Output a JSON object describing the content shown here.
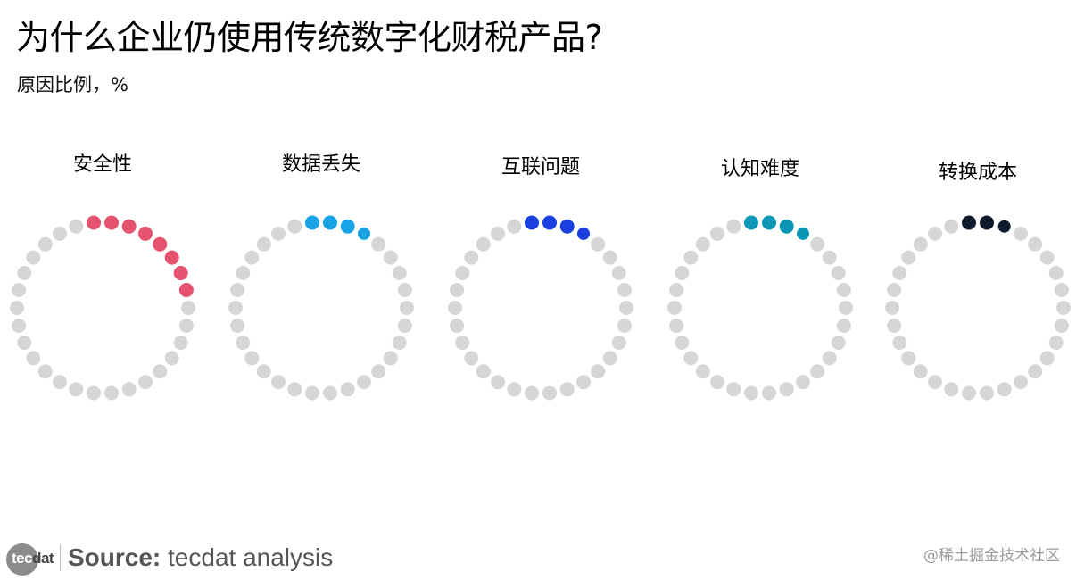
{
  "title": "为什么企业仍使用传统数字化财税产品?",
  "subtitle": "原因比例，%",
  "footer": {
    "logo_text_light": "tec",
    "logo_text_dark": "dat",
    "source_label": "Source:",
    "source_text": "tecdat analysis"
  },
  "watermark": "@稀土掘金技术社区",
  "colors": {
    "inactive": "#d6d6d6"
  },
  "chart_data": [
    {
      "type": "pie",
      "title": "安全性",
      "active_dots": 8,
      "total_dots": 30,
      "color": "#e5536f"
    },
    {
      "type": "pie",
      "title": "数据丢失",
      "active_dots": 4,
      "total_dots": 30,
      "color": "#19a4e8"
    },
    {
      "type": "pie",
      "title": "互联问题",
      "active_dots": 4,
      "total_dots": 30,
      "color": "#1a3ee0"
    },
    {
      "type": "pie",
      "title": "认知难度",
      "active_dots": 4,
      "total_dots": 30,
      "color": "#0a96b4"
    },
    {
      "type": "pie",
      "title": "转换成本",
      "active_dots": 3,
      "total_dots": 30,
      "color": "#0e1b2c"
    }
  ]
}
